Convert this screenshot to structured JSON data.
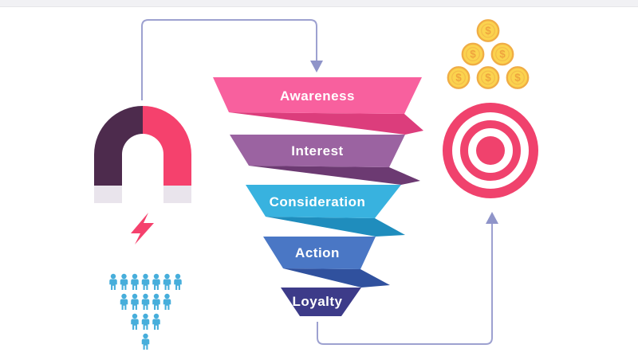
{
  "page": {
    "background": "#ffffff",
    "topbar_color": "#f1f1f4"
  },
  "funnel": {
    "label_color": "#ffffff",
    "stages": [
      {
        "label": "Awareness",
        "color": "#f8609e",
        "fold_color": "#dc3d7c"
      },
      {
        "label": "Interest",
        "color": "#9b63a1",
        "fold_color": "#6c3a72"
      },
      {
        "label": "Consideration",
        "color": "#38b2df",
        "fold_color": "#1f8dbd"
      },
      {
        "label": "Action",
        "color": "#4a77c5",
        "fold_color": "#30519e"
      },
      {
        "label": "Loyalty",
        "color": "#3d3b89",
        "fold_color": null
      }
    ]
  },
  "icons": {
    "magnet": {
      "name": "magnet-icon",
      "left_color": "#4d2b4d",
      "right_color": "#f5416d",
      "tip_color": "#e9e4ec"
    },
    "lightning": {
      "name": "lightning-icon",
      "color": "#f5416d"
    },
    "audience": {
      "name": "audience-pyramid-icon",
      "color": "#47aedb",
      "rows": [
        7,
        5,
        3,
        1
      ],
      "count": 16
    },
    "coins": {
      "name": "coins-icon",
      "count": 6,
      "rows": [
        1,
        2,
        3
      ],
      "symbol": "$",
      "fill": "#fbd34e",
      "border": "#f0ad45",
      "inner_ring": "#f3bb49",
      "symbol_color": "#efa53e"
    },
    "target": {
      "name": "target-icon",
      "color": "#f0426d"
    }
  },
  "arrows": {
    "color": "#9da1d0",
    "arrowhead_color": "#8f94c9",
    "top_arrow": "magnet-to-funnel",
    "bottom_arrow": "funnel-to-target"
  }
}
